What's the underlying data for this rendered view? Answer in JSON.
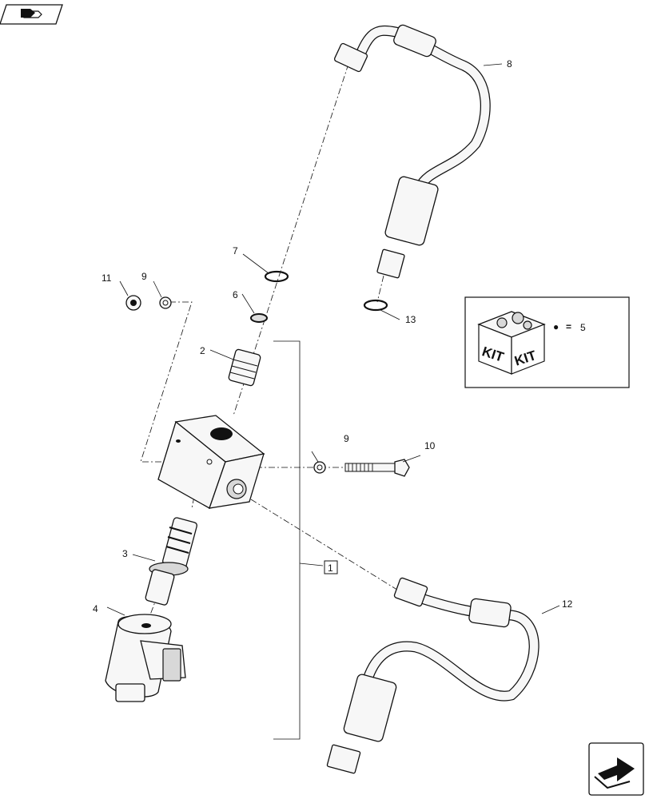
{
  "callouts": [
    {
      "id": "c1",
      "text": "1"
    },
    {
      "id": "c2",
      "text": "2"
    },
    {
      "id": "c3",
      "text": "3"
    },
    {
      "id": "c4",
      "text": "4"
    },
    {
      "id": "c6",
      "text": "6"
    },
    {
      "id": "c7",
      "text": "7"
    },
    {
      "id": "c8",
      "text": "8"
    },
    {
      "id": "c9a",
      "text": "9"
    },
    {
      "id": "c9b",
      "text": "9"
    },
    {
      "id": "c10",
      "text": "10"
    },
    {
      "id": "c11",
      "text": "11"
    },
    {
      "id": "c12",
      "text": "12"
    },
    {
      "id": "c13",
      "text": "13"
    }
  ],
  "kit": {
    "label_left": "KIT",
    "label_right": "KIT",
    "legend_symbol": "●",
    "legend_equals": "=",
    "legend_value": "5"
  },
  "icons": {
    "top_left": "previous-page-arrow-icon",
    "bottom_right": "next-page-arrow-icon"
  }
}
